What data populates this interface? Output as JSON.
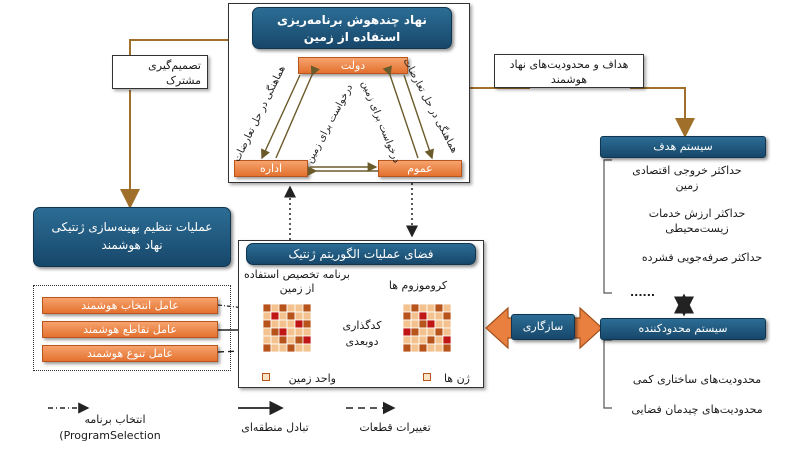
{
  "government_box": {
    "title": "نهاد چندهوش برنامه‌ریزی استفاده از زمین",
    "state": "دولت",
    "administration": "اداره",
    "public": "عموم",
    "label_coord_left": "هماهنگی در حل تعارضات",
    "label_coord_right": "هماهنگی در حل تعارضات",
    "label_land_request_1": "درخواست برای زمین",
    "label_land_request_2": "درخواست برای زمین"
  },
  "joint_decision": "تصمیم‌گیری مشترک",
  "goals_constraints": "هداف و محدودیت‌های نهاد هوشمند",
  "genetic_ops_box": {
    "title": "عملیات تنظیم بهینه‌سازی ژنتیکی نهاد هوشمند",
    "operators": [
      "عامل انتخاب هوشمند",
      "عامل تقاطع هوشمند",
      "عامل تنوع هوشمند"
    ]
  },
  "ga_space": {
    "title": "فضای عملیات الگوریتم ژنتیک",
    "allocation_program": "برنامه تخصیص استفاده از زمین",
    "chromosomes": "کروموزوم ها",
    "two_dim_coding": "کدگذاری دوبعدی",
    "land_unit": "واحد زمین",
    "genes": "ژن ها"
  },
  "compatibility": "سازگاری",
  "objective_system": {
    "title": "سیستم هدف",
    "items": [
      "حداکثر خروجی اقتصادی زمین",
      "حداکثر ارزش خدمات زیست‌محیطی",
      "حداکثر صرفه‌جویی فشرده",
      "......"
    ]
  },
  "constraint_system": {
    "title": "سیستم محدودکننده",
    "items": [
      "محدودیت‌های ساختاری کمی",
      "محدودیت‌های چیدمان فضایی"
    ]
  },
  "legend": {
    "program_selection": "انتخاب برنامه",
    "program_selection_en": "(ProgramSelection",
    "regional_exchange": "تبادل منطقه‌ای",
    "piece_changes": "تغییرات قطعات"
  },
  "colors": {
    "navy": "#1f5a80",
    "orange": "#e9803f",
    "brown_line": "#a0702a",
    "grid_dark": "#b8531b",
    "grid_red": "#c01515",
    "grid_light": "#f4c28f"
  }
}
